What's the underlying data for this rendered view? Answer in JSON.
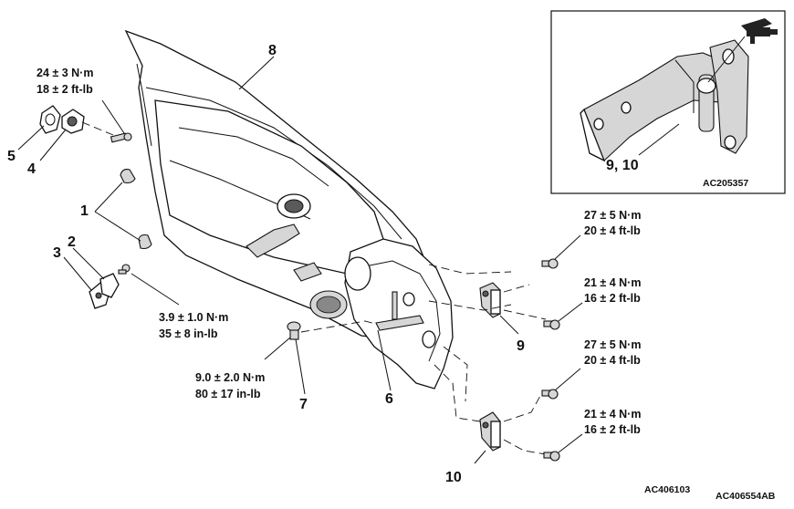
{
  "callouts": {
    "c1": "1",
    "c2": "2",
    "c3": "3",
    "c4": "4",
    "c5": "5",
    "c6": "6",
    "c7": "7",
    "c8": "8",
    "c9": "9",
    "c10": "10",
    "inset": "9, 10"
  },
  "torques": {
    "t_bolt_top": [
      "24 ± 3 N·m",
      "18 ± 2 ft-lb"
    ],
    "t_screw_small": [
      "3.9 ± 1.0 N·m",
      "35 ± 8 in-lb"
    ],
    "t_striker": [
      "9.0 ± 2.0 N·m",
      "80 ± 17 in-lb"
    ],
    "t_hinge9_upper": [
      "27 ± 5 N·m",
      "20 ± 4 ft-lb"
    ],
    "t_hinge9_lower": [
      "21 ± 4 N·m",
      "16 ± 2 ft-lb"
    ],
    "t_hinge10_upper": [
      "27 ± 5 N·m",
      "20 ± 4 ft-lb"
    ],
    "t_hinge10_lower": [
      "21 ± 4 N·m",
      "16 ± 2 ft-lb"
    ]
  },
  "codes": {
    "inset": "AC205357",
    "main": "AC406103",
    "sheet": "AC406554AB"
  },
  "icons": [
    "grease-gun-icon"
  ]
}
